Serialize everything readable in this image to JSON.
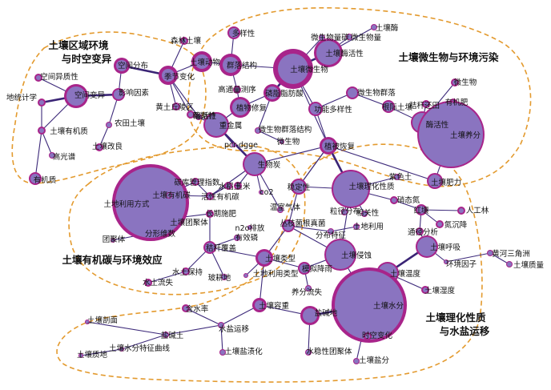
{
  "clusters": [
    {
      "id": "c1",
      "lines": [
        "土壤区域环境",
        "与时空变异"
      ]
    },
    {
      "id": "c2",
      "lines": [
        "土壤微生物与环境污染"
      ]
    },
    {
      "id": "c3",
      "lines": [
        "土壤有机碳与环境效应"
      ]
    },
    {
      "id": "c4",
      "lines": [
        "土壤理化性质",
        "与水盐运移"
      ]
    }
  ],
  "nodes": [
    {
      "id": "n1",
      "label": "森林土壤"
    },
    {
      "id": "n2",
      "label": "多样性"
    },
    {
      "id": "n3",
      "label": "空间分布"
    },
    {
      "id": "n4",
      "label": "土壤动物"
    },
    {
      "id": "n5",
      "label": "群落结构"
    },
    {
      "id": "n6",
      "label": "季节变化"
    },
    {
      "id": "n7",
      "label": "空间异质性"
    },
    {
      "id": "n8",
      "label": "地统计学"
    },
    {
      "id": "n9",
      "label": "空间变异"
    },
    {
      "id": "n10",
      "label": "影响因素"
    },
    {
      "id": "n11",
      "label": "黄土丘陵区"
    },
    {
      "id": "n12",
      "label": "酶活性"
    },
    {
      "id": "n13",
      "label": "高通量测序"
    },
    {
      "id": "n14",
      "label": "喀斯特"
    },
    {
      "id": "n15",
      "label": "植物修复"
    },
    {
      "id": "n16",
      "label": "磷脂脂肪酸"
    },
    {
      "id": "n17",
      "label": "农田土壤"
    },
    {
      "id": "n18",
      "label": "土壤有机质"
    },
    {
      "id": "n19",
      "label": "土壤改良"
    },
    {
      "id": "n20",
      "label": "高光谱"
    },
    {
      "id": "n21",
      "label": "有机质"
    },
    {
      "id": "n22",
      "label": "重金属"
    },
    {
      "id": "n23",
      "label": "微生物群落结构"
    },
    {
      "id": "n24",
      "label": "pcr-dgge"
    },
    {
      "id": "n25",
      "label": "微生物"
    },
    {
      "id": "n26",
      "label": "微生物量碳"
    },
    {
      "id": "n27",
      "label": "土壤酶"
    },
    {
      "id": "n28",
      "label": "微生物量"
    },
    {
      "id": "n29",
      "label": "土壤酶活性"
    },
    {
      "id": "n30",
      "label": "土壤微生物"
    },
    {
      "id": "n31",
      "label": "微生物群落"
    },
    {
      "id": "n32",
      "label": "功能多样性"
    },
    {
      "id": "n33",
      "label": "秸秆还田"
    },
    {
      "id": "n34",
      "label": "微生物"
    },
    {
      "id": "n35",
      "label": "有机肥"
    },
    {
      "id": "n36",
      "label": "根际土壤"
    },
    {
      "id": "n37",
      "label": "酶活性"
    },
    {
      "id": "n38",
      "label": "土壤养分"
    },
    {
      "id": "n39",
      "label": "植被恢复"
    },
    {
      "id": "n40",
      "label": "生物炭"
    },
    {
      "id": "n41",
      "label": "玉米"
    },
    {
      "id": "n42",
      "label": "co2"
    },
    {
      "id": "n43",
      "label": "土壤肥力"
    },
    {
      "id": "n44",
      "label": "团聚体"
    },
    {
      "id": "n45",
      "label": "分形维数"
    },
    {
      "id": "n46",
      "label": "土壤团聚体"
    },
    {
      "id": "n47",
      "label": "土地利用方式"
    },
    {
      "id": "n48",
      "label": "土壤有机碳"
    },
    {
      "id": "n49",
      "label": "碳库管理指数"
    },
    {
      "id": "n50",
      "label": "水稻土"
    },
    {
      "id": "n51",
      "label": "活性有机碳"
    },
    {
      "id": "n52",
      "label": "长期施肥"
    },
    {
      "id": "n53",
      "label": "n2o排放"
    },
    {
      "id": "n54",
      "label": "有效磷"
    },
    {
      "id": "n55",
      "label": "秸秆覆盖"
    },
    {
      "id": "n56",
      "label": "水土保持"
    },
    {
      "id": "n57",
      "label": "水土流失"
    },
    {
      "id": "n58",
      "label": "玻耕地"
    },
    {
      "id": "n59",
      "label": "温室气体"
    },
    {
      "id": "n60",
      "label": "稳定性"
    },
    {
      "id": "n61",
      "label": "土壤理化性质"
    },
    {
      "id": "n62",
      "label": "紫色土"
    },
    {
      "id": "n63",
      "label": "粒径分布"
    },
    {
      "id": "n64",
      "label": "相关性"
    },
    {
      "id": "n65",
      "label": "硝态氮"
    },
    {
      "id": "n66",
      "label": "红壤"
    },
    {
      "id": "n67",
      "label": "人工林"
    },
    {
      "id": "n68",
      "label": "丛枝菌根真菌"
    },
    {
      "id": "n69",
      "label": "分布特征"
    },
    {
      "id": "n70",
      "label": "土地利用"
    },
    {
      "id": "n71",
      "label": "通径分析"
    },
    {
      "id": "n72",
      "label": "氮沉降"
    },
    {
      "id": "n73",
      "label": "土壤呼吸"
    },
    {
      "id": "n74",
      "label": "土壤类型"
    },
    {
      "id": "n75",
      "label": "土壤侵蚀"
    },
    {
      "id": "n76",
      "label": "黄河三角洲"
    },
    {
      "id": "n77",
      "label": "环境因子"
    },
    {
      "id": "n78",
      "label": "土壤质量"
    },
    {
      "id": "n79",
      "label": "土地利用类型"
    },
    {
      "id": "n80",
      "label": "模拟降雨"
    },
    {
      "id": "n81",
      "label": "土壤温度"
    },
    {
      "id": "n82",
      "label": "养分流失"
    },
    {
      "id": "n83",
      "label": "土壤湿度"
    },
    {
      "id": "n84",
      "label": "土壤容重"
    },
    {
      "id": "n85",
      "label": "盐碱地"
    },
    {
      "id": "n86",
      "label": "土壤水分"
    },
    {
      "id": "n87",
      "label": "含水率"
    },
    {
      "id": "n88",
      "label": "土壤剖面"
    },
    {
      "id": "n89",
      "label": "盐碱土"
    },
    {
      "id": "n90",
      "label": "水盐运移"
    },
    {
      "id": "n91",
      "label": "时空变化"
    },
    {
      "id": "n92",
      "label": "土壤水分特征曲线"
    },
    {
      "id": "n93",
      "label": "土壤盐渍化"
    },
    {
      "id": "n94",
      "label": "水稳性团聚体"
    },
    {
      "id": "n95",
      "label": "土壤质地"
    },
    {
      "id": "n96",
      "label": "土壤盐分"
    }
  ]
}
